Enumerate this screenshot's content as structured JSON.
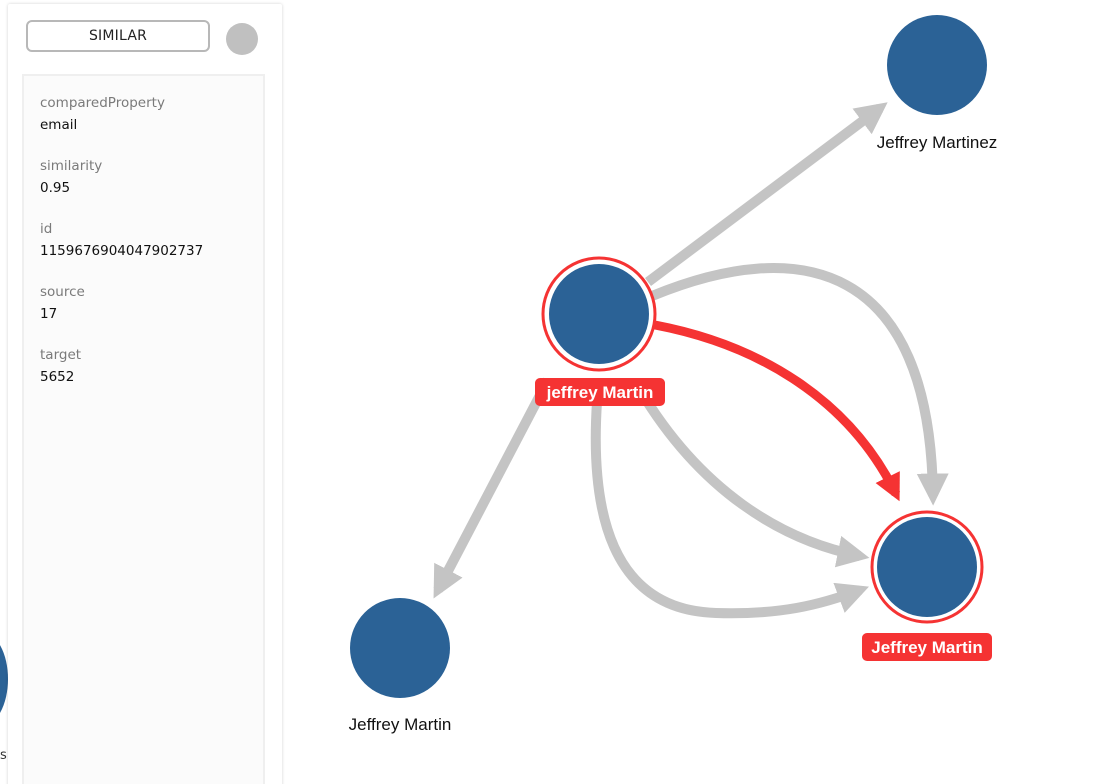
{
  "inspector": {
    "relationship_type": "SIMILAR",
    "swatch_color": "#c0c0c0",
    "properties": [
      {
        "key": "comparedProperty",
        "value": "email"
      },
      {
        "key": "similarity",
        "value": "0.95"
      },
      {
        "key": "id",
        "value": "1159676904047902737"
      },
      {
        "key": "source",
        "value": "17"
      },
      {
        "key": "target",
        "value": "5652"
      }
    ]
  },
  "graph": {
    "colors": {
      "node": "#2b6296",
      "edge": "#c4c4c4",
      "highlight": "#f53333"
    },
    "nodes": {
      "top_right": "Jeffrey Martinez",
      "center": "jeffrey Martin",
      "bottom_right": "Jeffrey Martin",
      "bottom_left": "Jeffrey Martin"
    },
    "partial_label_fragment": "s"
  }
}
